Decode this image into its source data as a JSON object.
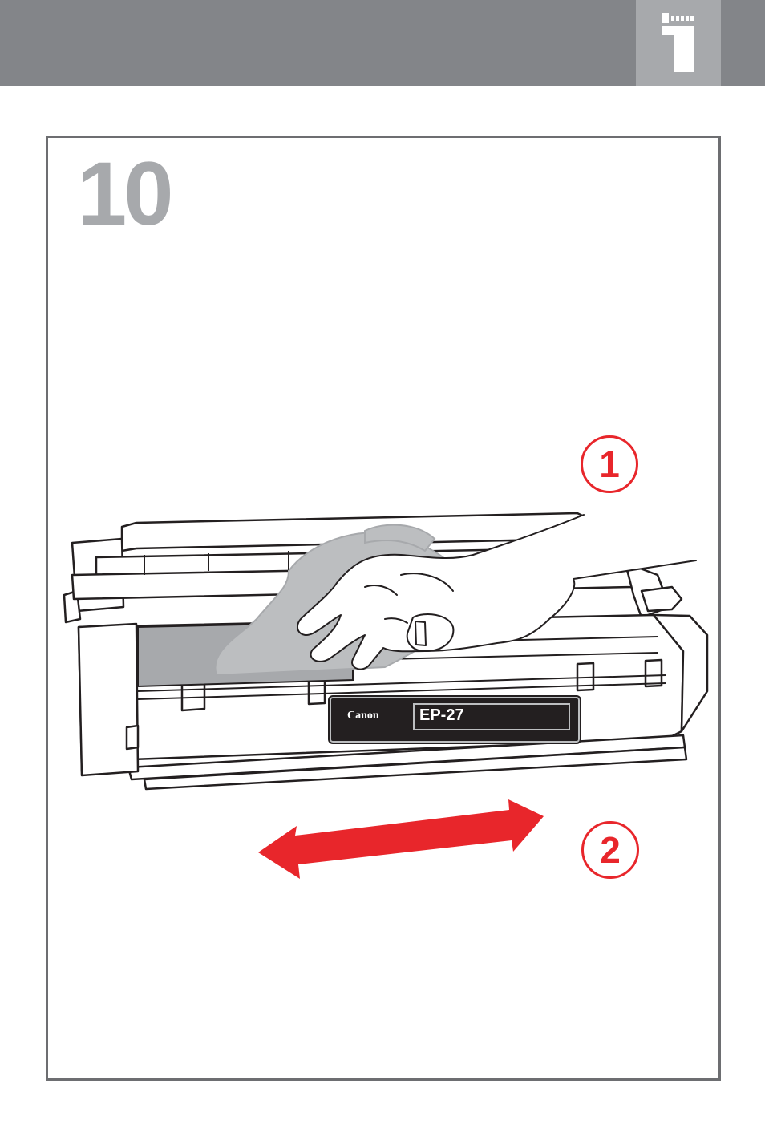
{
  "header": {
    "section_icon": "cartridge-tab-icon"
  },
  "step": {
    "number": "10"
  },
  "callouts": {
    "first": "1",
    "second": "2"
  },
  "cartridge": {
    "brand": "Canon",
    "model": "EP-27"
  },
  "icons": {
    "hand": "hand-with-cloth-icon",
    "arrow": "double-arrow-icon"
  },
  "colors": {
    "header": "#838589",
    "tab": "#a7a9ac",
    "accent": "#e8262b",
    "cloth": "#bcbec0",
    "frame": "#6d6e71"
  }
}
